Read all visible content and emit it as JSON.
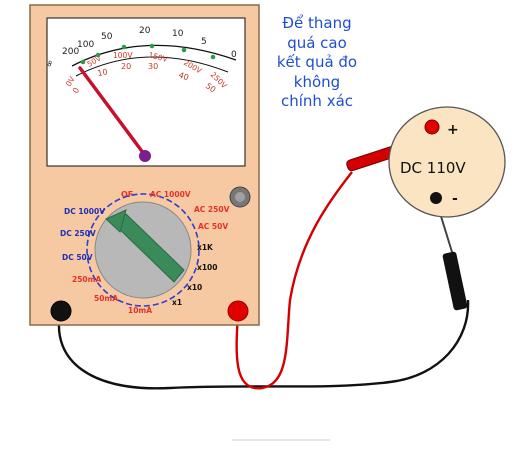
{
  "note": {
    "lines": [
      "Để thang",
      "quá cao",
      "kết quả đo",
      "không",
      "chính xác"
    ],
    "color": "#1e4fd0"
  },
  "meter": {
    "body_color": "#f6c9a2",
    "face_color": "#ffffff",
    "scale_ohm": [
      "0",
      "5",
      "10",
      "20",
      "50",
      "100",
      "200",
      "∞"
    ],
    "scale_v_black": [
      "0",
      "10",
      "20",
      "30",
      "40",
      "50"
    ],
    "scale_v_red": [
      "0V",
      "50V",
      "100V",
      "150V",
      "200V",
      "250V"
    ],
    "selector": {
      "top_label": "OF",
      "left_labels": [
        "DC 1000V",
        "DC 250V",
        "DC 50V",
        "250mA",
        "50mA",
        "10mA"
      ],
      "right_labels": [
        "AC 1000V",
        "AC 250V",
        "AC 50V",
        "x1K",
        "x100",
        "x10",
        "x1"
      ],
      "knob_color": "#b8b8b8",
      "pointer_color": "#3a8a5a"
    },
    "needle_color": "#c8102e"
  },
  "source": {
    "label": "DC 110V",
    "plus": "+",
    "minus": "-",
    "fill": "#fbe4c2"
  },
  "leads": {
    "red": "#d40000",
    "black": "#111111"
  }
}
